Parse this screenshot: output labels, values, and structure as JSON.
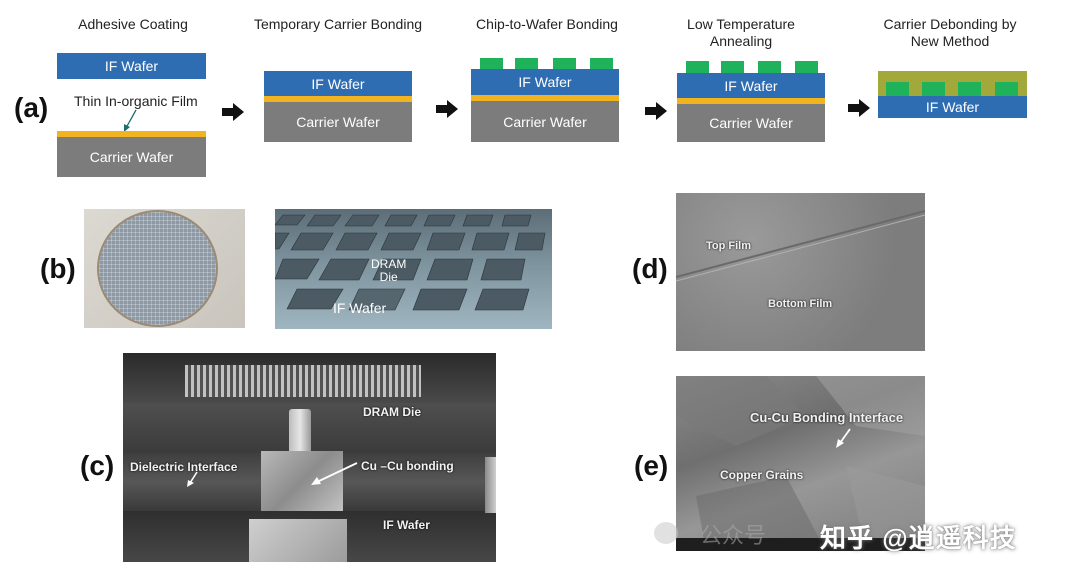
{
  "panel_labels": {
    "a": "(a)",
    "b": "(b)",
    "c": "(c)",
    "d": "(d)",
    "e": "(e)"
  },
  "steps": [
    {
      "title": "Adhesive Coating"
    },
    {
      "title": "Temporary Carrier Bonding"
    },
    {
      "title": "Chip-to-Wafer Bonding"
    },
    {
      "title_line1": "Low Temperature",
      "title_line2": "Annealing"
    },
    {
      "title_line1": "Carrier Debonding by",
      "title_line2": "New Method"
    }
  ],
  "layers": {
    "if_wafer": "IF Wafer",
    "carrier_wafer": "Carrier Wafer",
    "thin_film": "Thin In-organic Film"
  },
  "panel_b": {
    "dram_die": "DRAM\nDie",
    "if_wafer": "IF Wafer"
  },
  "panel_c": {
    "dram_die": "DRAM Die",
    "dielectric_interface": "Dielectric Interface",
    "cu_cu_bonding": "Cu –Cu bonding",
    "if_wafer": "IF Wafer"
  },
  "panel_d": {
    "top_film": "Top Film",
    "bottom_film": "Bottom Film"
  },
  "panel_e": {
    "interface": "Cu-Cu Bonding Interface",
    "grains": "Copper Grains"
  },
  "watermark": {
    "text": "知乎 @逍遥科技",
    "faint": "公众号"
  },
  "colors": {
    "if_wafer": "#2f6db3",
    "carrier_wafer": "#7c7c7c",
    "film": "#f1b320",
    "chip": "#1fb25a",
    "debond_layer": "#a2a93a"
  }
}
